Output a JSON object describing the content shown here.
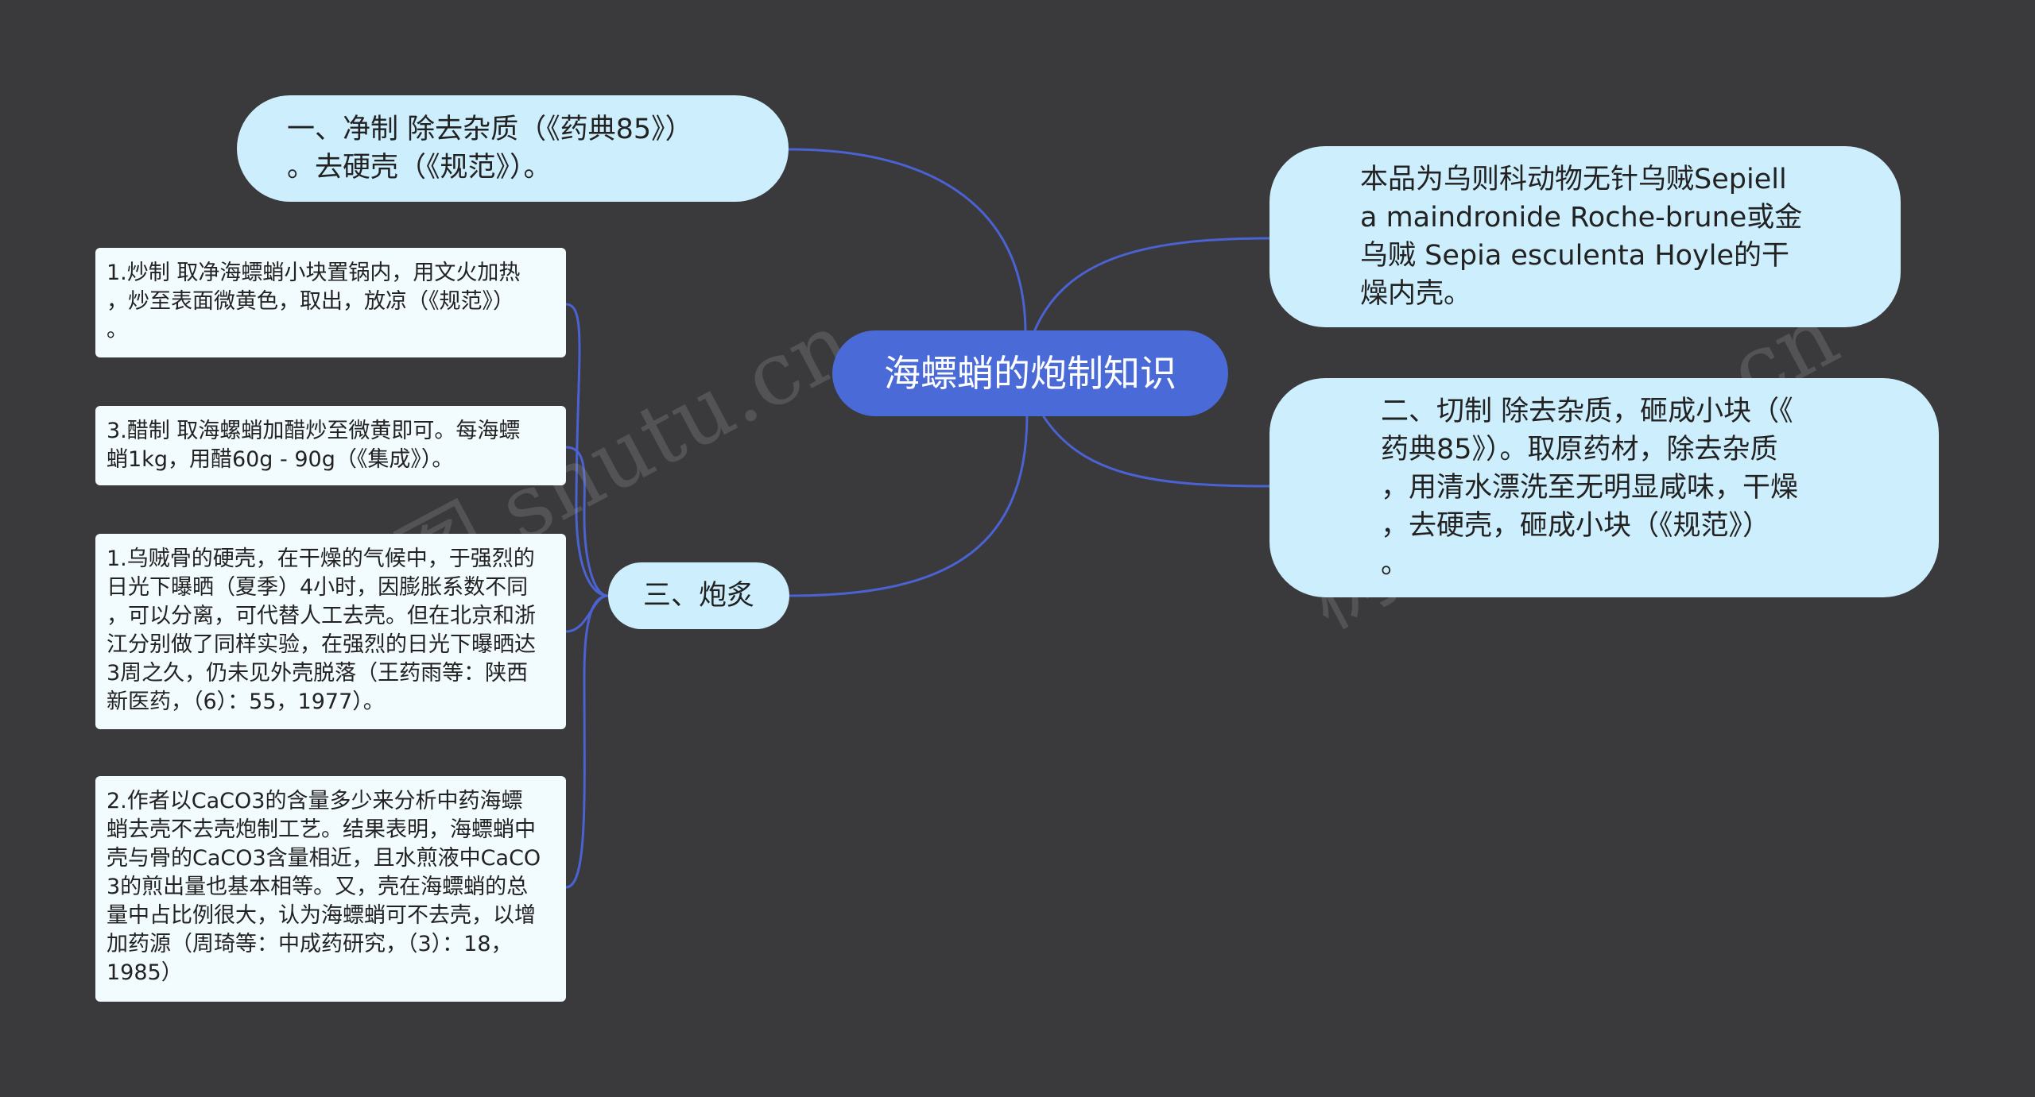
{
  "root": {
    "label": "海螵蛸的炮制知识"
  },
  "branches": {
    "b1": {
      "label": "一、净制 除去杂质（《药典85》）\n。去硬壳（《规范》）。"
    },
    "b2": {
      "label": "本品为乌则科动物无针乌贼Sepiell\na maindronide Roche-brune或金\n乌贼 Sepia esculenta Hoyle的干\n燥内壳。"
    },
    "b3": {
      "label": "二、切制 除去杂质，砸成小块（《\n药典85》）。取原药材，除去杂质\n，用清水漂洗至无明显咸味，干燥\n，去硬壳，砸成小块（《规范》）\n。"
    },
    "b4": {
      "label": "三、炮炙"
    }
  },
  "leaves": [
    {
      "label": "1.炒制 取净海螵蛸小块置锅内，用文火加热\n，炒至表面微黄色，取出，放凉（《规范》）\n。"
    },
    {
      "label": "3.醋制 取海螺蛸加醋炒至微黄即可。每海螵\n蛸1kg，用醋60g - 90g（《集成》）。"
    },
    {
      "label": "1.乌贼骨的硬壳，在干燥的气候中，于强烈的\n日光下曝晒（夏季）4小时，因膨胀系数不同\n，可以分离，可代替人工去壳。但在北京和浙\n江分别做了同样实验，在强烈的日光下曝晒达\n3周之久，仍未见外壳脱落（王药雨等：陕西\n新医药，（6）：55，1977）。"
    },
    {
      "label": "2.作者以CaCO3的含量多少来分析中药海螵\n蛸去壳不去壳炮制工艺。结果表明，海螵蛸中\n壳与骨的CaCO3含量相近，且水煎液中CaCO\n3的煎出量也基本相等。又，壳在海螵蛸的总\n量中占比例很大，认为海螵蛸可不去壳，以增\n加药源（周琦等：中成药研究，（3）：18，\n1985）"
    }
  ],
  "colors": {
    "background": "#3a393b",
    "root": "#4a6ad8",
    "branch": "#cdeefc",
    "leaf": "#f2fbfd",
    "line": "#4a62d2"
  }
}
